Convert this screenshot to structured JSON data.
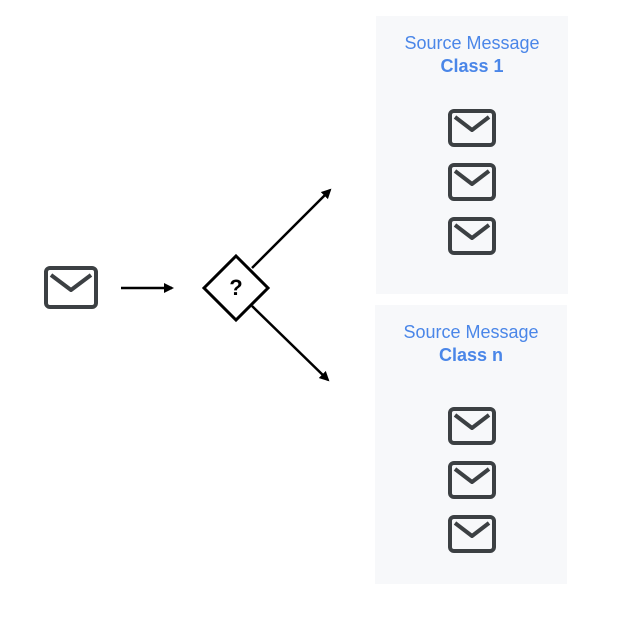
{
  "decision": {
    "symbol": "?"
  },
  "classes": [
    {
      "title": "Source Message",
      "class_label": "Class 1",
      "message_count": 3
    },
    {
      "title": "Source Message",
      "class_label": "Class n",
      "message_count": 3
    }
  ],
  "colors": {
    "label_blue": "#4a86e8",
    "panel_bg": "#f7f8fa",
    "envelope_stroke": "#3c4043",
    "arrow": "#000000"
  },
  "icons": {
    "message": "mail-envelope-icon",
    "decision": "decision-diamond-icon"
  }
}
